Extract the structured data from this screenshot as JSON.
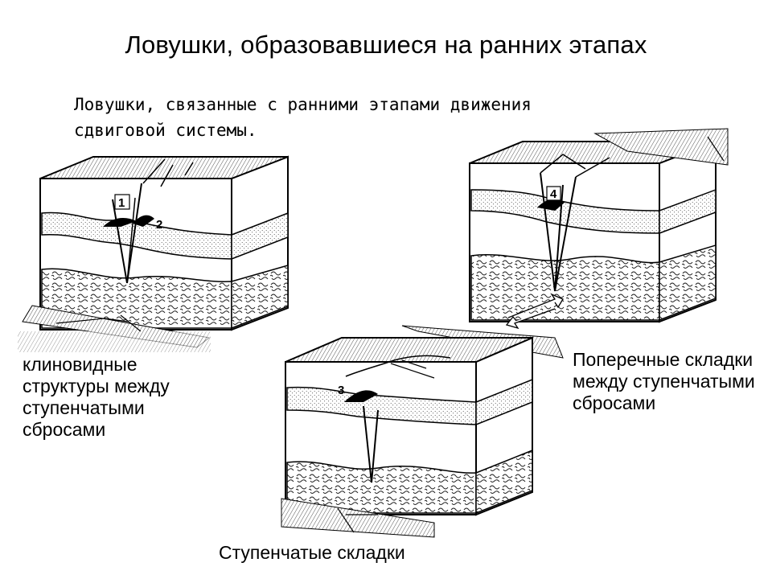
{
  "title": "Ловушки, образовавшиеся на ранних этапах",
  "subtitle": "Ловушки, связанные с ранними этапами движения сдвиговой системы.",
  "captions": {
    "left": "клиновидные структуры между ступенчатыми сбросами",
    "right": "Поперечные складки между ступенчатыми сбросами",
    "bottom": "Ступенчатые складки"
  },
  "labels": {
    "one": "1",
    "two": "2",
    "three": "3",
    "four": "4"
  }
}
